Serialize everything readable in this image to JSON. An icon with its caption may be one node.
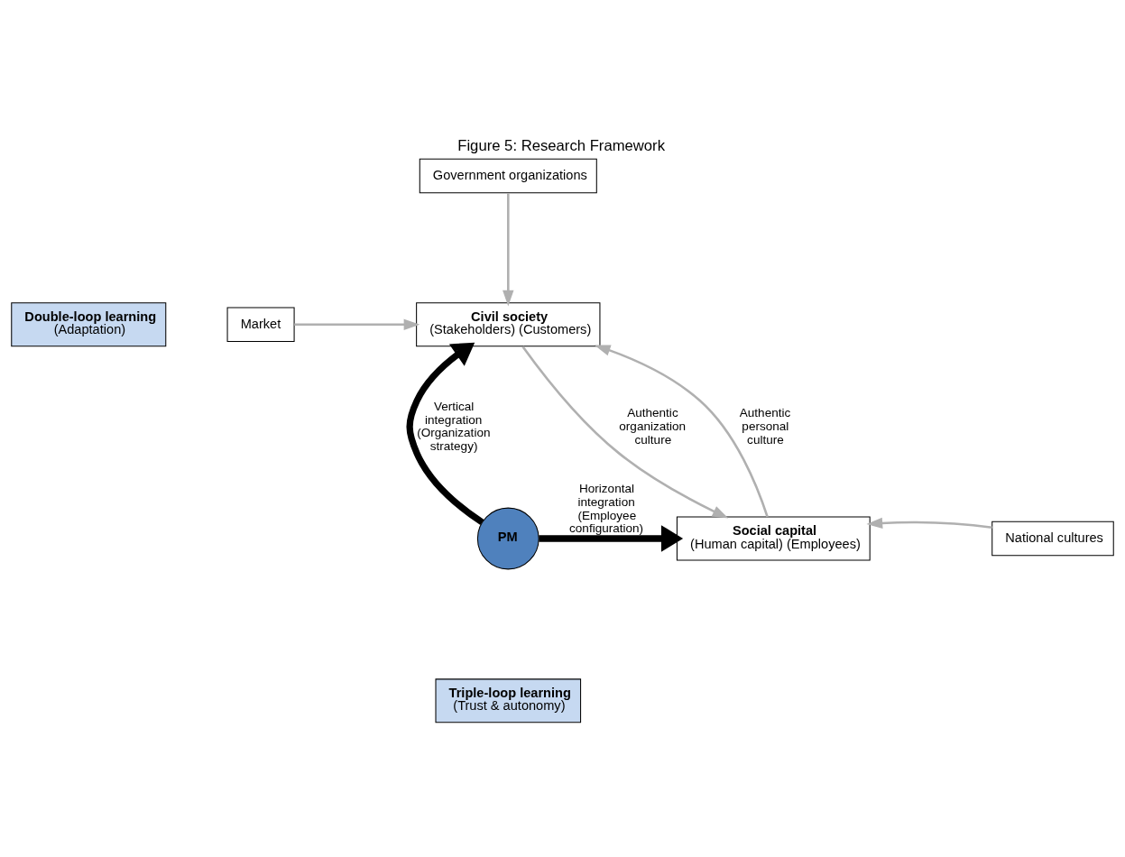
{
  "diagram": {
    "title": "Figure 5: Research Framework",
    "nodes": [
      {
        "text": [
          "Government organizations"
        ]
      },
      {
        "text": [
          "Market"
        ]
      },
      {
        "text": [
          "Civil society",
          "(Stakeholders) (Customers)"
        ]
      },
      {
        "text": [
          "Double-loop learning",
          "(Adaptation)"
        ]
      },
      {
        "text": [
          "PM"
        ]
      },
      {
        "text": [
          "Social capital",
          "(Human capital) (Employees)"
        ]
      },
      {
        "text": [
          "National cultures"
        ]
      },
      {
        "text": [
          "Triple-loop learning",
          "(Trust & autonomy)"
        ]
      }
    ],
    "edges": [
      {
        "from": 0,
        "to": 2,
        "arrow": "to"
      },
      {
        "from": 1,
        "to": 2,
        "arrow": "to"
      },
      {
        "from": 2,
        "to": 5,
        "arrow": "to",
        "label": "Authentic organization culture"
      },
      {
        "from": 5,
        "to": 2,
        "arrow": "to",
        "label": "Authentic personal culture"
      },
      {
        "from": 4,
        "to": 2,
        "arrow": "to",
        "label": "Vertical integration (Organization strategy)",
        "style": "thick",
        "color": "#000000"
      },
      {
        "from": 4,
        "to": 5,
        "arrow": "to",
        "label": "Horizontal integration (Employee configuration)",
        "style": "thick",
        "color": "#000000"
      },
      {
        "from": 6,
        "to": 5,
        "arrow": "to"
      }
    ]
  }
}
